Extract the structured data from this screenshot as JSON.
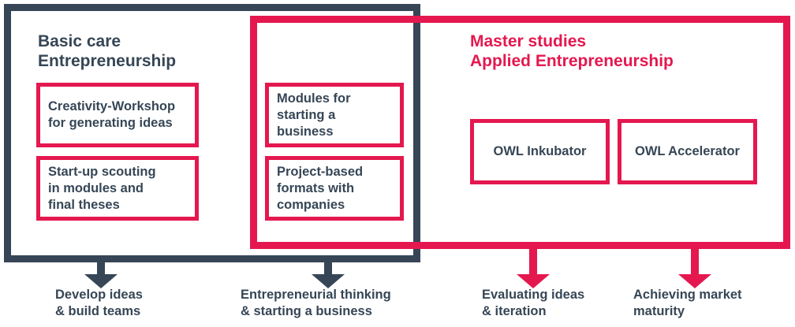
{
  "basic": {
    "title": "Basic care\nEntrepreneurship",
    "boxes": [
      "Creativity-Workshop\nfor generating ideas",
      "Start-up scouting\nin modules and\nfinal theses"
    ]
  },
  "overlap": {
    "boxes": [
      "Modules for\nstarting a business",
      "Project-based\nformats with\ncompanies"
    ]
  },
  "master": {
    "title": "Master studies\nApplied Entrepreneurship",
    "boxes": [
      "OWL Inkubator",
      "OWL Accelerator"
    ]
  },
  "outcomes": [
    "Develop ideas\n& build teams",
    "Entrepreneurial thinking\n& starting a business",
    "Evaluating ideas\n& iteration",
    "Achieving market\nmaturity"
  ],
  "colors": {
    "dark": "#364656",
    "accent": "#e4184f"
  }
}
